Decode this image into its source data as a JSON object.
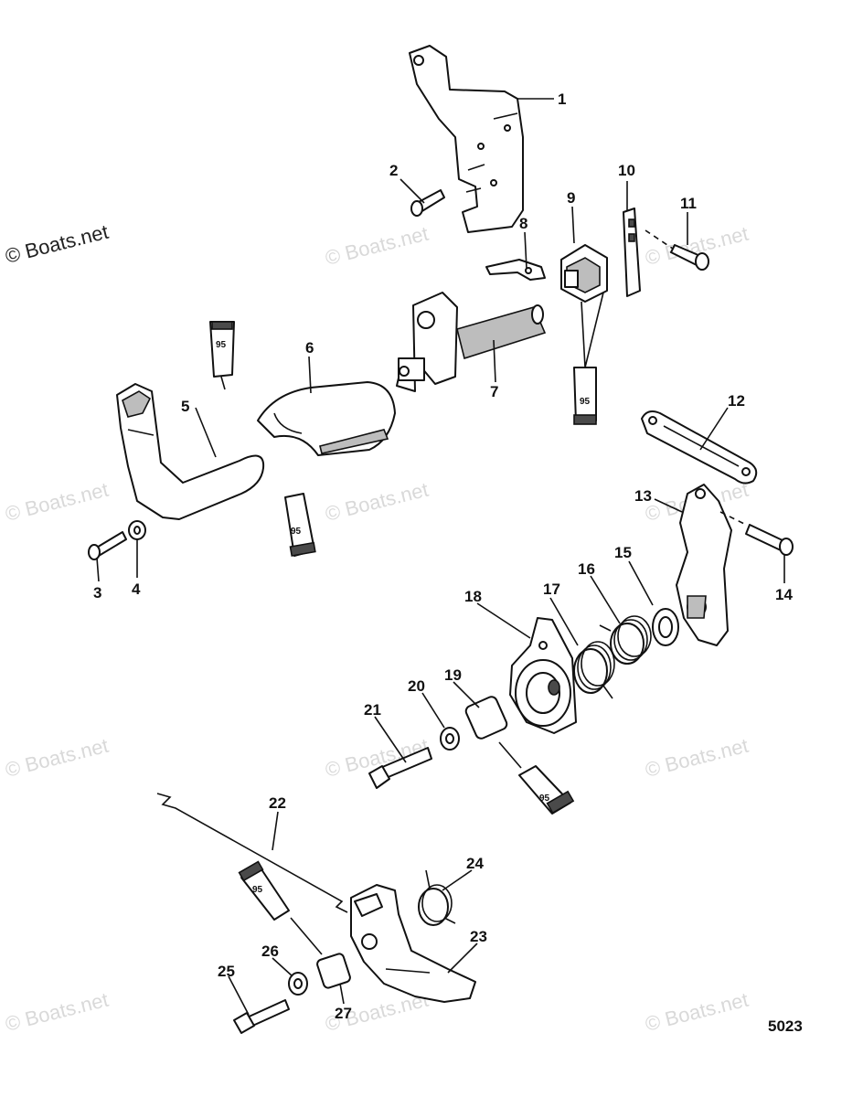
{
  "watermarks": {
    "brand": "© Boats.net"
  },
  "figure_number": "5023",
  "sealant_label": "95",
  "callouts": [
    "1",
    "2",
    "3",
    "4",
    "5",
    "6",
    "7",
    "8",
    "9",
    "10",
    "11",
    "12",
    "13",
    "14",
    "15",
    "16",
    "17",
    "18",
    "19",
    "20",
    "21",
    "22",
    "23",
    "24",
    "25",
    "26",
    "27"
  ]
}
